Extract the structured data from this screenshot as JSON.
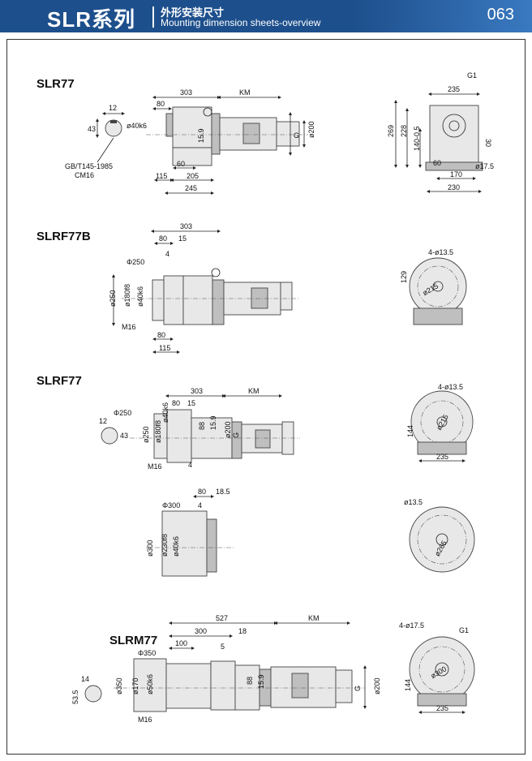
{
  "header": {
    "title": "SLR系列",
    "cn_subtitle": "外形安装尺寸",
    "en_subtitle": "Mounting dimension sheets-overview",
    "page": "063"
  },
  "slr77": {
    "model": "SLR77",
    "dims": {
      "d303": "303",
      "km": "KM",
      "d80": "80",
      "d12": "12",
      "d43": "43",
      "shaft": "ø40k6",
      "d159": "15.9",
      "d60": "60",
      "d115": "115",
      "d205": "205",
      "d245": "245",
      "g": "G",
      "d200": "ø200",
      "std": "GB/T145-1985",
      "cm": "CM16"
    },
    "side": {
      "d235": "235",
      "g1": "G1",
      "d269": "269",
      "d228": "228",
      "d140": "140-0.5",
      "d30": "30",
      "d60": "60",
      "d175": "ø17.5",
      "d170": "170",
      "d230": "230"
    }
  },
  "slrf77b": {
    "model": "SLRF77B",
    "dims": {
      "d303": "303",
      "d80": "80",
      "d15": "15",
      "d4": "4",
      "flange": "Φ250",
      "d250": "ø250",
      "d180": "ø180f8",
      "shaft": "ø40k6",
      "m16": "M16",
      "d80b": "80",
      "d115": "115"
    },
    "side": {
      "holes": "4-ø13.5",
      "d129": "129",
      "pcd": "ø215"
    }
  },
  "slrf77": {
    "model": "SLRF77",
    "dims": {
      "d303": "303",
      "km": "KM",
      "d80": "80",
      "d15": "15",
      "d12": "12",
      "d43": "43",
      "flange": "Φ250",
      "d250": "ø250",
      "d180": "ø180f8",
      "shaft": "ø40k6",
      "d88": "88",
      "d159": "15.9",
      "d200": "ø200",
      "g": "G",
      "m16": "M16",
      "d4": "4"
    },
    "side": {
      "holes": "4-ø13.5",
      "pcd": "ø215",
      "d144": "144",
      "d235": "235"
    }
  },
  "variant300": {
    "dims": {
      "d80": "80",
      "d185": "18.5",
      "flange": "Φ300",
      "d4": "4",
      "d300": "ø300",
      "d230": "ø230f8",
      "shaft": "ø40k6"
    },
    "side": {
      "hole": "ø13.5",
      "pcd": "ø265"
    }
  },
  "slrm77": {
    "model": "SLRM77",
    "dims": {
      "d527": "527",
      "km": "KM",
      "d300": "300",
      "d18": "18",
      "d100": "100",
      "d5": "5",
      "flange": "Φ350",
      "d14": "14",
      "d535": "53.5",
      "d350": "ø350",
      "d170": "ø170",
      "shaft": "ø50k6",
      "d88": "88",
      "d159": "15.9",
      "g": "G",
      "d200": "ø200",
      "m16": "M16"
    },
    "side": {
      "holes": "4-ø17.5",
      "g1": "G1",
      "pcd": "ø300",
      "d144": "144",
      "d235": "235"
    }
  }
}
